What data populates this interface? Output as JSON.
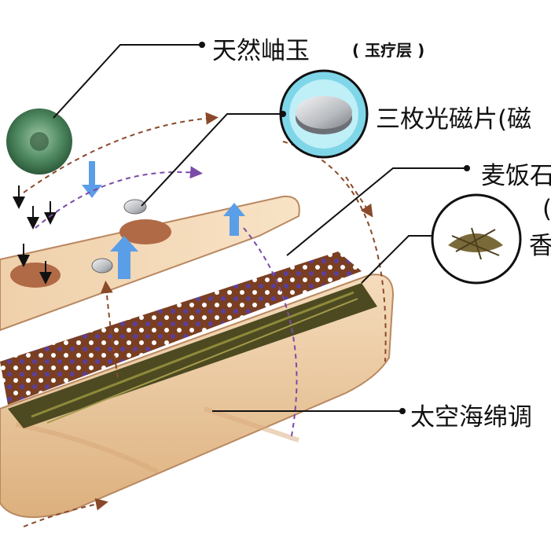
{
  "labels": {
    "jade": "天然岫玉",
    "jade_sub": "( 玉疗层 )",
    "magnet": "三枚光磁片(磁",
    "maifan": "麦饭石",
    "paren": "(",
    "herb": "香",
    "sponge": "太空海绵调"
  },
  "colors": {
    "foam": "#ecc9a0",
    "foam_dark": "#c9986a",
    "stone_band": "#7a3f22",
    "herb_fill": "#4d4a22",
    "arrow_blue": "#5b9ee8",
    "flow_brown": "#8a4a2a",
    "flow_purple": "#7a4aa8",
    "jade": "#4f8a62",
    "magnet_ring": "#7fd6e8"
  }
}
